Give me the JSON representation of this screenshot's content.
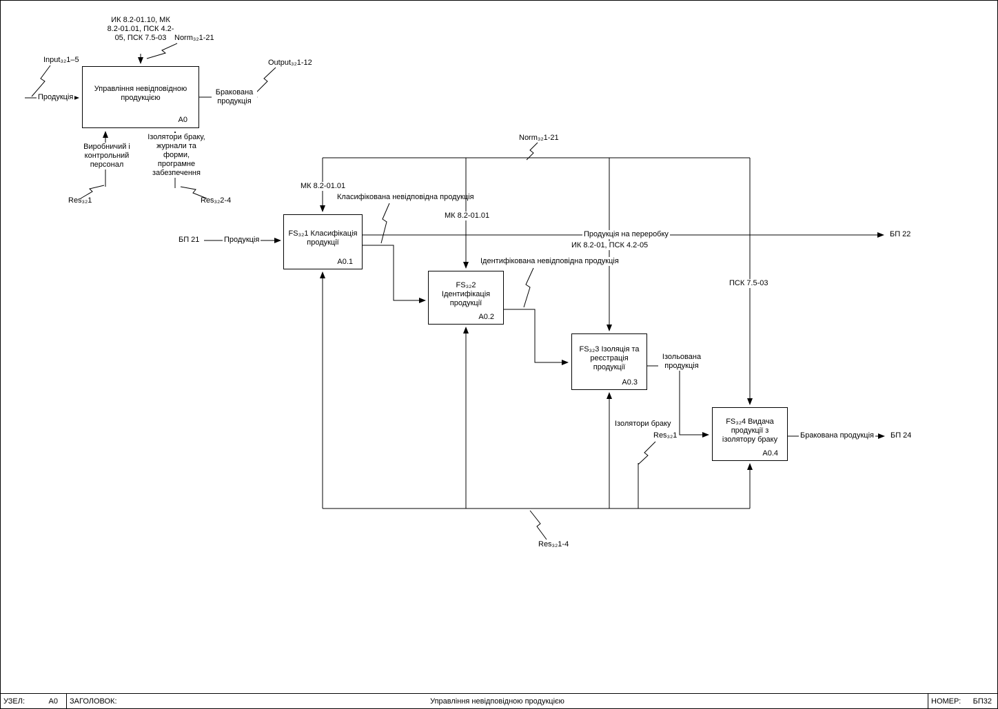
{
  "context": {
    "box": {
      "title": "Управління невідповідною продукцією",
      "id": "А0"
    },
    "control_text": "ИК 8.2-01.10, МК 8.2-01.01, ПСК 4.2-05, ПСК 7.5-03",
    "norm_callout": "Norm₃₂1-21",
    "input_callout": "Input₃₂1–5",
    "input_label": "Продукція",
    "output_label": "Бракована продукція",
    "output_callout": "Output₃₂1-12",
    "mech_personnel": "Виробничий і контрольний персонал",
    "mech_personnel_callout": "Res₃₂1",
    "mech_tools": "Ізолятори браку, журнали та форми, програмне забезпечення",
    "mech_tools_callout": "Res₃₂2-4"
  },
  "decomp": {
    "norm_callout": "Norm₃₂1-21",
    "res_callout": "Res₃₂1-4",
    "boxes": [
      {
        "title": "FS₃₂1 Класифікація продукції",
        "id": "А0.1"
      },
      {
        "title": "FS₃₂2 Ідентифікація продукції",
        "id": "А0.2"
      },
      {
        "title": "FS₃₂3 Ізоляція та реєстрація продукції",
        "id": "А0.3"
      },
      {
        "title": "FS₃₂4 Видача продукції з ізолятору браку",
        "id": "А0.4"
      }
    ],
    "controls": {
      "c1": "МК 8.2-01.01",
      "c2": "МК 8.2-01.01",
      "c3": "ИК 8.2-01, ПСК 4.2-05",
      "c4": "ПСК 7.5-03"
    },
    "flows": {
      "source": "БП 21",
      "input": "Продукція",
      "classified": "Класифікована невідповідна продукція",
      "rework": "Продукція на переробку",
      "rework_dest": "БП 22",
      "identified": "Ідентифікована невідповідна продукція",
      "isolated": "Ізольована продукція",
      "isolators": "Ізолятори браку",
      "isolators_callout": "Res₃₂1",
      "defective": "Бракована продукція",
      "defective_dest": "БП 24"
    }
  },
  "footer": {
    "node_label": "УЗЕЛ:",
    "node_value": "А0",
    "title_label": "ЗАГОЛОВОК:",
    "title_value": "Управління невідповідною продукцією",
    "number_label": "НОМЕР:",
    "number_value": "БП32"
  }
}
